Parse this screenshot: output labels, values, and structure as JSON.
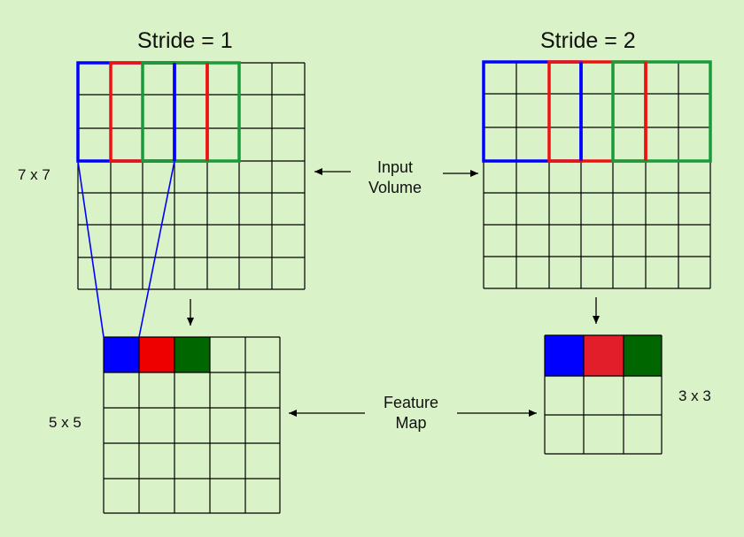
{
  "colors": {
    "background": "#daf2c7",
    "grid_line": "#000000",
    "blue": "#0000ff",
    "red": "#ee1111",
    "green": "#007700",
    "outline_green": "#1a9a3a",
    "fill_blue": "#0000ff",
    "fill_red": "#ee0000",
    "fill_red_right": "#e21e2a",
    "fill_green": "#006600"
  },
  "left_panel": {
    "title": "Stride = 1",
    "input_size_label": "7 x 7",
    "feature_size_label": "5 x 5",
    "input_grid": {
      "rows": 7,
      "cols": 7
    },
    "feature_grid": {
      "rows": 5,
      "cols": 5
    },
    "filter_size": 3,
    "stride": 1,
    "feature_first_row_fill": [
      "blue",
      "red",
      "green",
      "none",
      "none"
    ]
  },
  "right_panel": {
    "title": "Stride = 2",
    "feature_size_label": "3 x 3",
    "input_grid": {
      "rows": 7,
      "cols": 7
    },
    "feature_grid": {
      "rows": 3,
      "cols": 3
    },
    "filter_size": 3,
    "stride": 2,
    "feature_first_row_fill": [
      "blue",
      "red",
      "green"
    ]
  },
  "callouts": {
    "input_volume": [
      "Input",
      "Volume"
    ],
    "feature_map": [
      "Feature",
      "Map"
    ]
  }
}
